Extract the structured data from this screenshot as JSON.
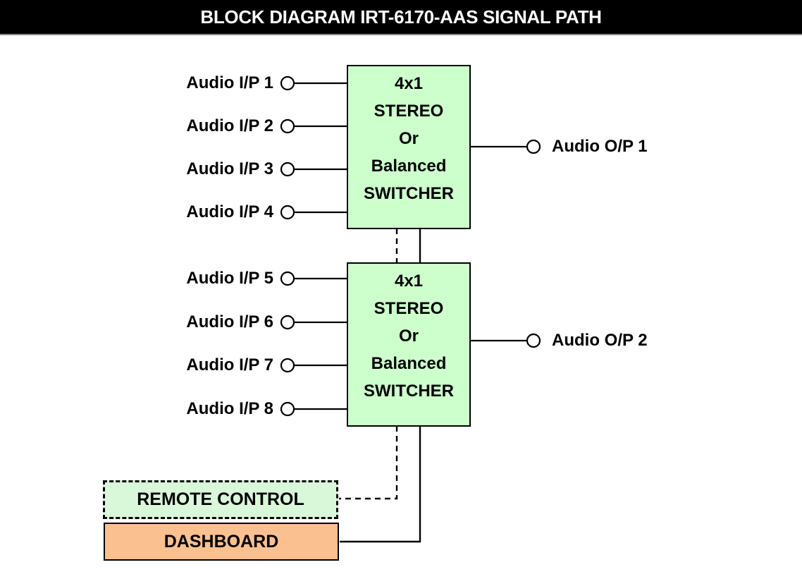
{
  "title": "BLOCK DIAGRAM IRT-6170-AAS SIGNAL PATH",
  "switchers": [
    {
      "lines": [
        "4x1",
        "STEREO",
        "Or",
        "Balanced",
        "SWITCHER"
      ]
    },
    {
      "lines": [
        "4x1",
        "STEREO",
        "Or",
        "Balanced",
        "SWITCHER"
      ]
    }
  ],
  "inputs": [
    {
      "label": "Audio I/P 1"
    },
    {
      "label": "Audio I/P 2"
    },
    {
      "label": "Audio I/P 3"
    },
    {
      "label": "Audio I/P 4"
    },
    {
      "label": "Audio I/P 5"
    },
    {
      "label": "Audio I/P 6"
    },
    {
      "label": "Audio I/P 7"
    },
    {
      "label": "Audio I/P 8"
    }
  ],
  "outputs": [
    {
      "label": "Audio O/P 1"
    },
    {
      "label": "Audio O/P 2"
    }
  ],
  "remote_control": {
    "label": "REMOTE CONTROL"
  },
  "dashboard": {
    "label": "DASHBOARD"
  },
  "colors": {
    "switcher_fill": "#ccffcc",
    "remote_fill": "#d9f7d9",
    "dashboard_fill": "#fac090",
    "line": "#000000",
    "title_bg": "#000000",
    "title_text": "#ffffff"
  }
}
